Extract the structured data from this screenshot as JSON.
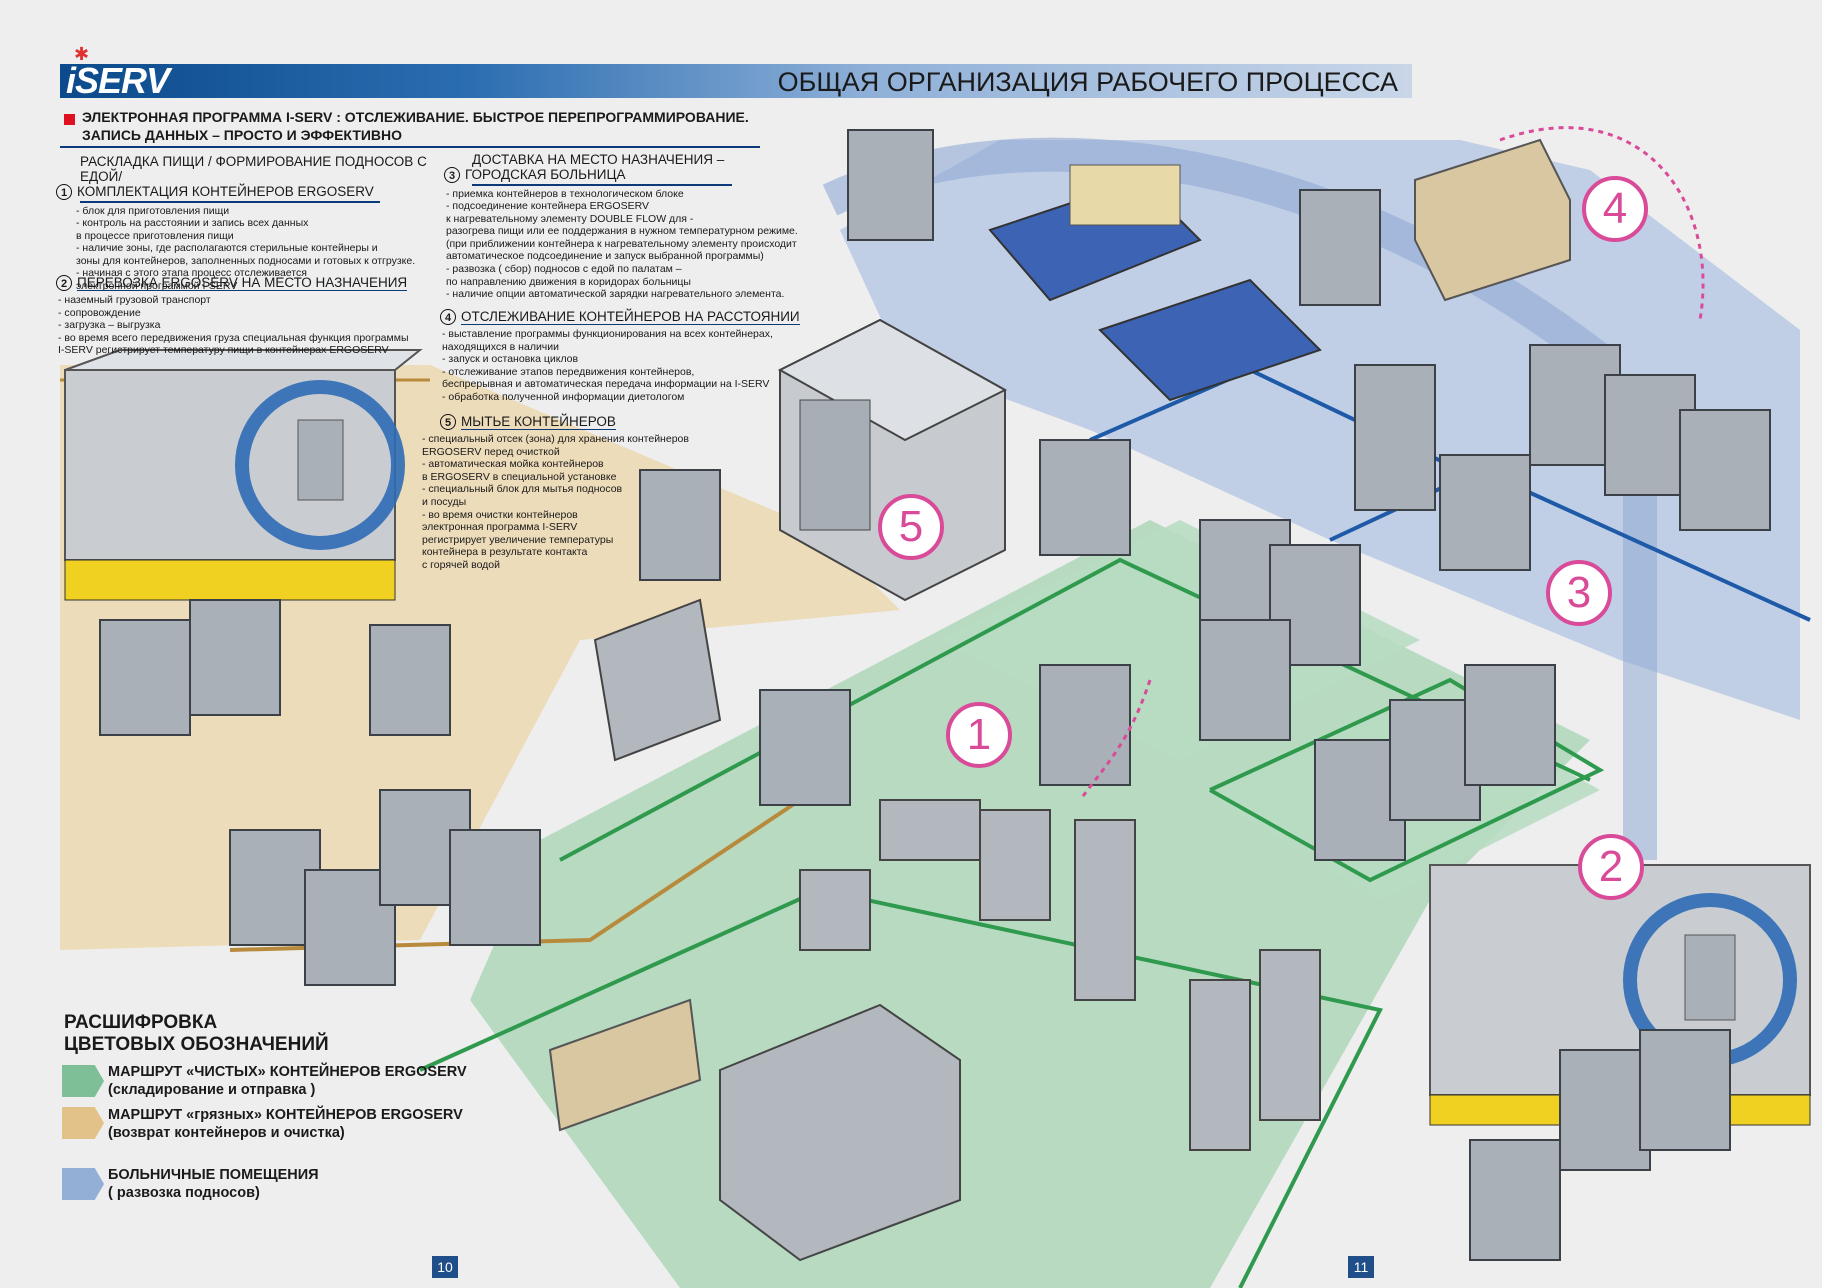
{
  "header": {
    "logo": "iSERV",
    "title": "ОБЩАЯ ОРГАНИЗАЦИЯ РАБОЧЕГО ПРОЦЕССА"
  },
  "subtitle": {
    "line1": "ЭЛЕКТРОННАЯ ПРОГРАММА I-SERV : ОТСЛЕЖИВАНИЕ. БЫСТРОЕ ПЕРЕПРОГРАММИРОВАНИЕ.",
    "line2": "ЗАПИСЬ ДАННЫХ – ПРОСТО И ЭФФЕКТИВНО"
  },
  "sections": {
    "s1": {
      "num": "1",
      "title1": "РАСКЛАДКА ПИЩИ / ФОРМИРОВАНИЕ ПОДНОСОВ С ЕДОЙ/",
      "title2": "КОМПЛЕКТАЦИЯ КОНТЕЙНЕРОВ  ERGOSERV",
      "items": [
        "- блок для приготовления пищи",
        "- контроль на расстоянии и запись всех данных",
        "  в процессе приготовления пищи",
        "- наличие зоны, где располагаются  стерильные контейнеры  и",
        "  зоны для контейнеров, заполненных подносами и готовых к отгрузке.",
        "- начиная с этого этапа процесс отслеживается",
        "  электронной программой I-SERV"
      ]
    },
    "s2": {
      "num": "2",
      "title": "ПЕРЕВОЗКА ERGOSERV НА МЕСТО НАЗНАЧЕНИЯ",
      "items": [
        "- наземный грузовой транспорт",
        "- сопровождение",
        "- загрузка – выгрузка",
        "- во время всего передвижения груза специальная функция программы",
        "I-SERV регистрирует температуру пищи  в контейнерах  ERGOSERV"
      ]
    },
    "s3": {
      "num": "3",
      "title1": "ДОСТАВКА НА МЕСТО НАЗНАЧЕНИЯ –",
      "title2": "ГОРОДСКАЯ БОЛЬНИЦА",
      "items": [
        "- приемка контейнеров  в технологическом блоке",
        "- подсоединение контейнера ERGOSERV",
        "  к нагревательному элементу DOUBLE FLOW для -",
        "  разогрева пищи или ее поддержания в нужном температурном режиме.",
        "  (при приближении контейнера к нагревательному элементу происходит",
        "  автоматическое подсоединение и запуск выбранной программы)",
        "- развозка ( сбор)  подносов с едой по палатам –",
        "  по направлению движения в коридорах больницы",
        "- наличие опции автоматической зарядки нагревательного элемента."
      ]
    },
    "s4": {
      "num": "4",
      "title": "ОТСЛЕЖИВАНИЕ КОНТЕЙНЕРОВ НА РАССТОЯНИИ",
      "items": [
        "- выставление программы функционирования на всех  контейнерах,",
        "  находящихся в наличии",
        "- запуск и остановка циклов",
        "- отслеживание этапов передвижения контейнеров,",
        "  беспрерывная  и автоматическая передача информации на I-SERV",
        "- обработка полученной информации диетологом"
      ]
    },
    "s5": {
      "num": "5",
      "title": "МЫТЬЕ КОНТЕЙНЕРОВ",
      "items": [
        "- специальный отсек (зона) для хранения контейнеров",
        "  ERGOSERV перед очисткой",
        "- автоматическая мойка контейнеров",
        "  в ERGOSERV в специальной установке",
        "- специальный блок для мытья подносов",
        "  и посуды",
        "- во время очистки контейнеров",
        "электронная программа  I-SERV",
        "регистрирует увеличение температуры",
        "контейнера в результате контакта",
        "  с горячей водой"
      ]
    }
  },
  "legend": {
    "title1": "РАСШИФРОВКА",
    "title2": "ЦВЕТОВЫХ ОБОЗНАЧЕНИЙ",
    "green1": "МАРШРУТ «ЧИСТЫХ» КОНТЕЙНЕРОВ ERGOSERV",
    "green2": "(складирование и отправка )",
    "orange1": "МАРШРУТ «грязных» КОНТЕЙНЕРОВ ERGOSERV",
    "orange2": "(возврат контейнеров и очистка)",
    "blue1": "БОЛЬНИЧНЫЕ ПОМЕЩЕНИЯ",
    "blue2": "( развозка подносов)",
    "colors": {
      "green": "#7fbf97",
      "orange": "#e3c28a",
      "blue": "#93afd6"
    }
  },
  "badges": {
    "b1": "1",
    "b2": "2",
    "b3": "3",
    "b4": "4",
    "b5": "5"
  },
  "pages": {
    "left": "10",
    "right": "11"
  }
}
